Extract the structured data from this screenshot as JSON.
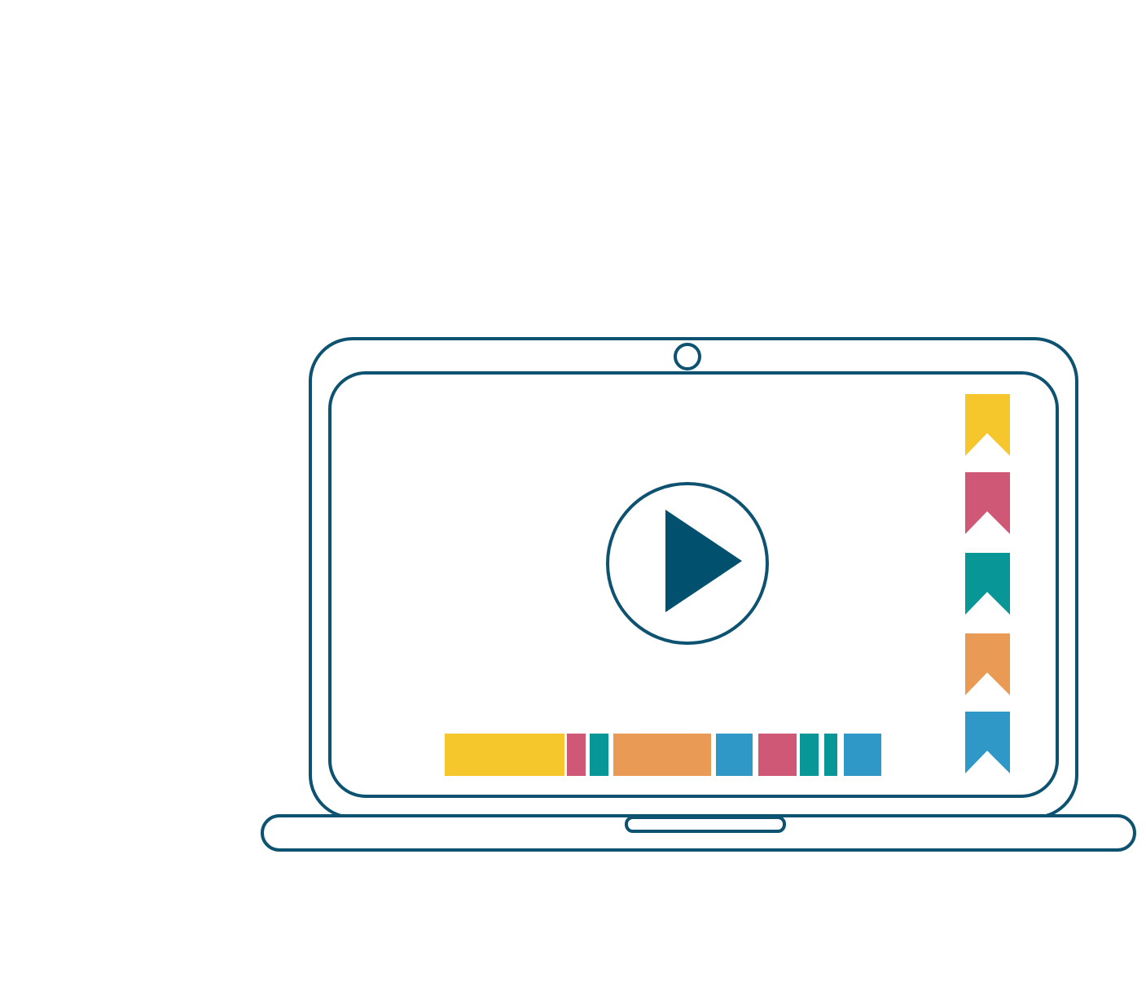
{
  "illustration": {
    "subject": "laptop-video-player",
    "colors": {
      "outline": "#0d5270",
      "play_fill": "#00506e",
      "background": "#ffffff",
      "yellow": "#f5c72c",
      "pink": "#d05877",
      "teal": "#089696",
      "orange": "#e99b56",
      "blue": "#2f98c7"
    }
  },
  "player": {
    "play_button_icon": "play-icon",
    "timeline_segments": [
      "yellow",
      "pink",
      "teal",
      "orange",
      "blue",
      "pink",
      "teal",
      "teal",
      "blue"
    ],
    "bookmarks": [
      "yellow",
      "pink",
      "teal",
      "orange",
      "blue"
    ]
  }
}
